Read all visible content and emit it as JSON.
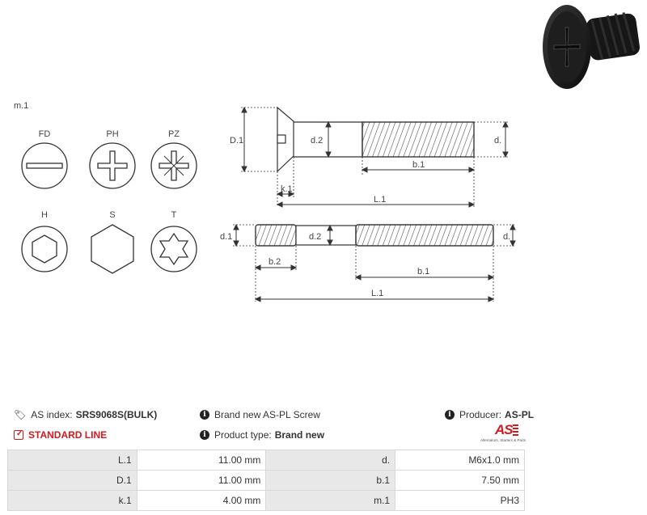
{
  "diagram": {
    "head_label": "m.1",
    "drive_types": [
      "FD",
      "PH",
      "PZ",
      "H",
      "S",
      "T"
    ],
    "dims_top": {
      "D1": "D.1",
      "d2": "d.2",
      "d": "d.",
      "b1": "b.1",
      "k1": "k.1",
      "L1": "L.1"
    },
    "dims_bottom": {
      "d1": "d.1",
      "d2": "d.2",
      "d": "d.",
      "b2": "b.2",
      "b1": "b.1",
      "L1": "L.1"
    }
  },
  "info": {
    "as_index_label": "AS index:",
    "as_index_value": "SRS9068S(BULK)",
    "standard_line": "STANDARD LINE",
    "brand_line": "Brand new AS-PL Screw",
    "product_type_label": "Product type:",
    "product_type_value": "Brand new",
    "producer_label": "Producer:",
    "producer_value": "AS-PL",
    "logo_text": "AS",
    "logo_tagline": "Alternators, Starters & Parts"
  },
  "specs": [
    [
      "L.1",
      "11.00 mm",
      "d.",
      "M6x1.0 mm"
    ],
    [
      "D.1",
      "11.00 mm",
      "b.1",
      "7.50 mm"
    ],
    [
      "k.1",
      "4.00 mm",
      "m.1",
      "PH3"
    ]
  ],
  "colors": {
    "accent": "#d6191f",
    "table_key_bg": "#e8e8e8"
  }
}
